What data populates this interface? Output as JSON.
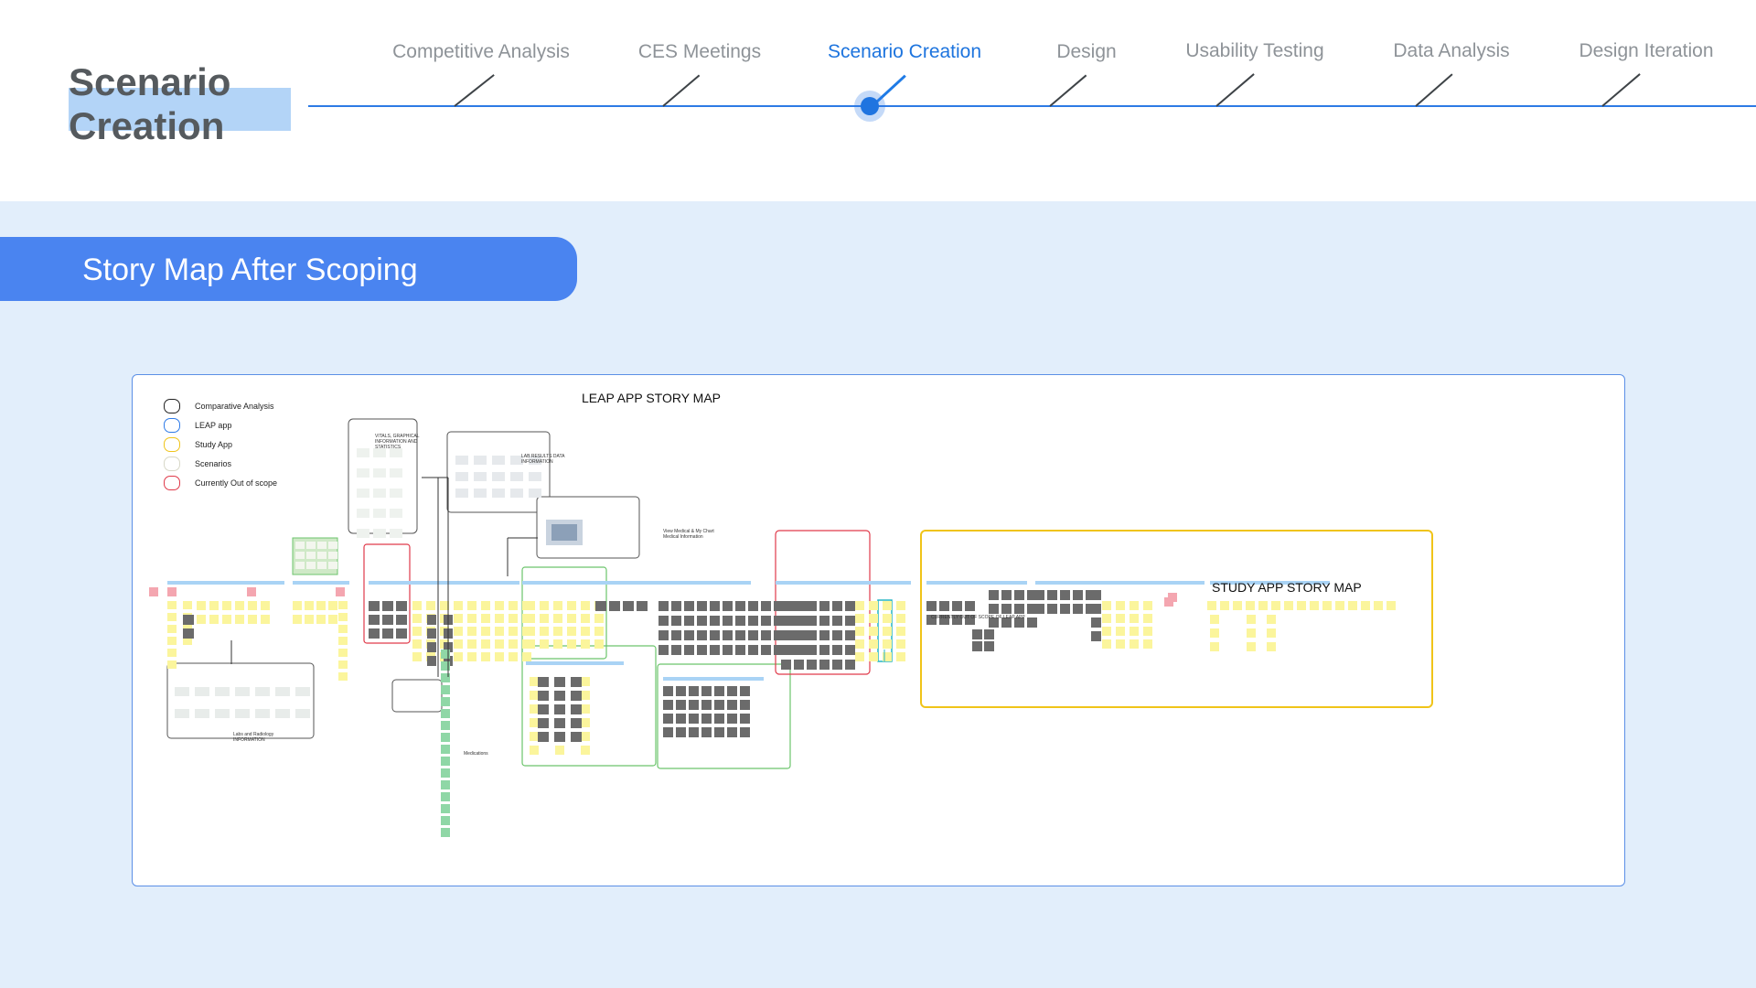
{
  "header": {
    "title": "Scenario\nCreation",
    "steps": [
      {
        "label": "Competitive Analysis",
        "active": false
      },
      {
        "label": "CES Meetings",
        "active": false
      },
      {
        "label": "Scenario Creation",
        "active": true
      },
      {
        "label": "Design",
        "active": false
      },
      {
        "label": "Usability Testing",
        "active": false
      },
      {
        "label": "Data Analysis",
        "active": false
      },
      {
        "label": "Design Iteration",
        "active": false
      }
    ]
  },
  "section": {
    "title": "Story Map After Scoping"
  },
  "board": {
    "title_leap": "LEAP APP STORY MAP",
    "title_study": "STUDY APP STORY MAP",
    "legend": [
      {
        "label": "Comparative Analysis",
        "color": "#222222"
      },
      {
        "label": "LEAP app",
        "color": "#2f7be8"
      },
      {
        "label": "Study App",
        "color": "#f0c419"
      },
      {
        "label": "Scenarios",
        "color": "#d8d8c8"
      },
      {
        "label": "Currently Out of scope",
        "color": "#e03a4a"
      }
    ],
    "frames": {
      "vitals": "VITALS, GRAPHICAL INFORMATION AND STATISTICS",
      "lab_results": "LAB RESULTS DATA INFORMATION",
      "medical_chart": "View Medical & My Chart Medical Information",
      "labs_history": "Labs and Radiology INFORMATION",
      "medications": "Medications",
      "out_of_scope": "CURRENTLY OUT OF SCOPE OF LEAP APP"
    }
  },
  "colors": {
    "accent": "#2d7be5",
    "banner": "#4a84f0",
    "background": "#e2eefb",
    "sticky_yellow": "#fbf59c",
    "sticky_grey": "#6b6b6b",
    "sticky_green": "#8fd7a6",
    "sticky_pink": "#f4a6b0",
    "header_blue": "#a9d3f5",
    "out_of_scope_red": "#e03a4a",
    "study_yellow": "#f0c419"
  }
}
